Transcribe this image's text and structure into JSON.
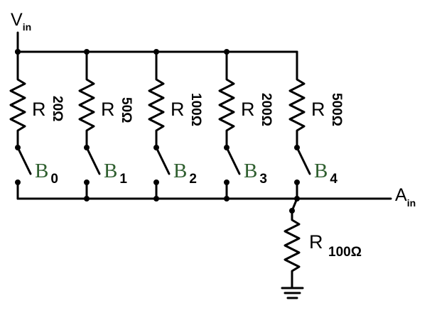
{
  "input": {
    "main": "V",
    "sub": "in"
  },
  "output": {
    "main": "A",
    "sub": "in"
  },
  "branches": [
    {
      "resistor_label": "R",
      "resistor_value": "20Ω",
      "switch_main": "B",
      "switch_sub": "0"
    },
    {
      "resistor_label": "R",
      "resistor_value": "50Ω",
      "switch_main": "B",
      "switch_sub": "1"
    },
    {
      "resistor_label": "R",
      "resistor_value": "100Ω",
      "switch_main": "B",
      "switch_sub": "2"
    },
    {
      "resistor_label": "R",
      "resistor_value": "200Ω",
      "switch_main": "B",
      "switch_sub": "3"
    },
    {
      "resistor_label": "R",
      "resistor_value": "500Ω",
      "switch_main": "B",
      "switch_sub": "4"
    }
  ],
  "load_resistor": {
    "label": "R",
    "value": "100Ω"
  },
  "colors": {
    "wire": "#000000",
    "switch_label": "#2f5f2f"
  }
}
